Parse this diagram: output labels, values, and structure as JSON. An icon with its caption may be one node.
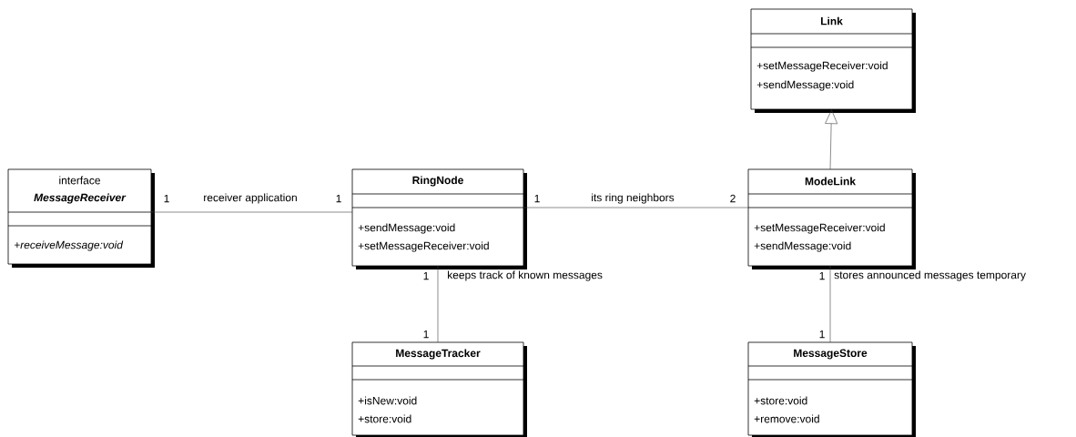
{
  "diagram": {
    "nodes": [
      {
        "text": [
          "Link",
          "+setMessageReceiver:void",
          "+sendMessage:void"
        ]
      },
      {
        "text": [
          "interface",
          "MessageReceiver",
          "+receiveMessage:void"
        ]
      },
      {
        "text": [
          "RingNode",
          "+sendMessage:void",
          "+setMessageReceiver:void"
        ]
      },
      {
        "text": [
          "ModeLink",
          "+setMessageReceiver:void",
          "+sendMessage:void"
        ]
      },
      {
        "text": [
          "MessageTracker",
          "+isNew:void",
          "+store:void"
        ]
      },
      {
        "text": [
          "MessageStore",
          "+store:void",
          "+remove:void"
        ]
      }
    ],
    "edges": [
      {
        "from": 1,
        "to": 2,
        "arrow": "none",
        "label": "receiver application"
      },
      {
        "from": 2,
        "to": 3,
        "arrow": "none",
        "label": "its ring neighbors"
      },
      {
        "from": 3,
        "to": 0,
        "arrow": "to"
      },
      {
        "from": 2,
        "to": 4,
        "arrow": "none",
        "label": "keeps track of known messages"
      },
      {
        "from": 3,
        "to": 5,
        "arrow": "none",
        "label": "stores announced messages temporary"
      }
    ],
    "labels": [
      "1",
      "1",
      "1",
      "2",
      "1",
      "1",
      "1",
      "1"
    ]
  }
}
